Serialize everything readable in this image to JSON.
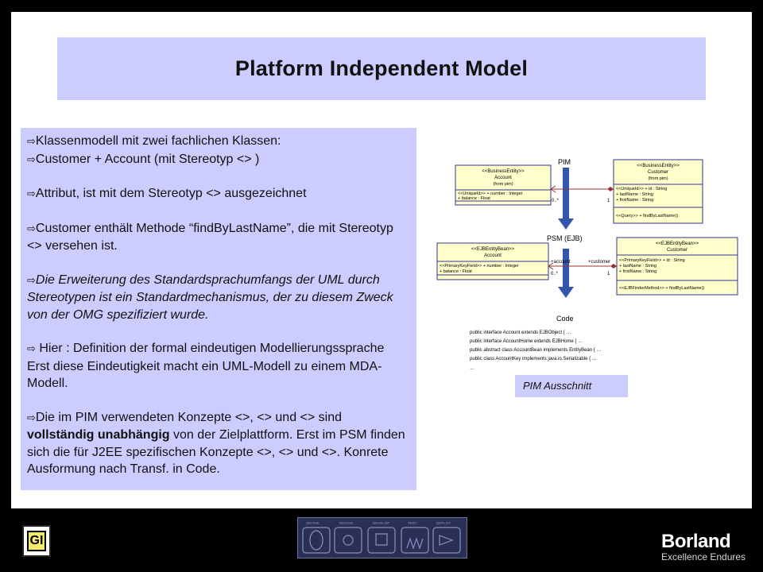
{
  "slide": {
    "title": "Platform Independent Model",
    "bullets": {
      "b1_line1": "Klassenmodell mit zwei fachlichen Klassen:",
      "b1_line2": "Customer +  Account (mit Stereotyp <> )",
      "b2": "Attribut, ist mit dem Stereotyp <> ausgezeichnet",
      "b3": "Customer enthält Methode “findByLastName”, die mit Stereotyp <> versehen ist.",
      "b4": "Die Erweiterung des Standardsprachumfangs der UML durch Stereotypen ist ein Standardmechanismus, der zu diesem Zweck von der OMG spezifiziert wurde.",
      "b5": " Hier : Definition der  formal eindeutigen Modellierungssprache Erst diese Eindeutigkeit macht ein UML-Modell zu einem MDA-Modell.",
      "b6_pre": "Die im PIM verwendeten Konzepte <>, <> und <> sind ",
      "b6_bold": "vollständig unabhängig",
      "b6_post": " von der Zielplattform. Erst im PSM finden sich die für J2EE spezifischen Konzepte <>, <> und <>. Konrete Ausformung nach Transf. in Code."
    },
    "diagram": {
      "pim_label": "PIM",
      "psm_label": "PSM (EJB)",
      "code_label": "Code",
      "pim_account": {
        "stereotype": "<<BusinessEntity>>",
        "name": "Account",
        "sub": "(from pim)",
        "attrs": [
          "<<UniqueId>> + number : Integer",
          "+ balance : Float"
        ]
      },
      "pim_customer": {
        "stereotype": "<<BusinessEntity>>",
        "name": "Customer",
        "sub": "(from pim)",
        "attrs": [
          "<<UniqueId>> + id : String",
          "+ lastName : String",
          "+ firstName : String"
        ],
        "ops": [
          "<<Query>> + findByLastName()"
        ]
      },
      "pim_mult_left": "0..*",
      "pim_mult_right": "1",
      "psm_account": {
        "stereotype": "<<EJBEntityBean>>",
        "name": "Account",
        "attrs": [
          "<<PrimaryKeyField>> + number : Integer",
          "+ balance : Float"
        ]
      },
      "psm_customer": {
        "stereotype": "<<EJBEntityBean>>",
        "name": "Customer",
        "attrs": [
          "<<PrimaryKeyField>> + id : String",
          "+ lastName : String",
          "+ firstName : String"
        ],
        "ops": [
          "<<EJBFinderMethod>> + findByLastName()"
        ]
      },
      "psm_role_account": "+account",
      "psm_role_customer": "+customer",
      "psm_mult_left": "0..*",
      "psm_mult_right": "1",
      "code_lines": [
        "public interface Account extends EJBObject { …",
        "public interface AccountHome extends EJBHome { …",
        "public abstract class AccountBean implements EntityBean { …",
        "public class AccountKey implements java.io.Serializable { …",
        "…"
      ]
    },
    "caption": "PIM Ausschnitt"
  },
  "footer": {
    "gi_logo_text": "GI",
    "mda_steps": [
      "DEFINE",
      "DESIGN",
      "DEVELOP",
      "TEST",
      "DEPLOY"
    ],
    "brand": "Borland",
    "brand_tagline": "Excellence Endures"
  },
  "colors": {
    "background": "#000000",
    "slide": "#ffffff",
    "box_fill": "#ccccff",
    "uml_fill": "#ffffcc",
    "uml_border": "#333399",
    "association": "#993333"
  }
}
